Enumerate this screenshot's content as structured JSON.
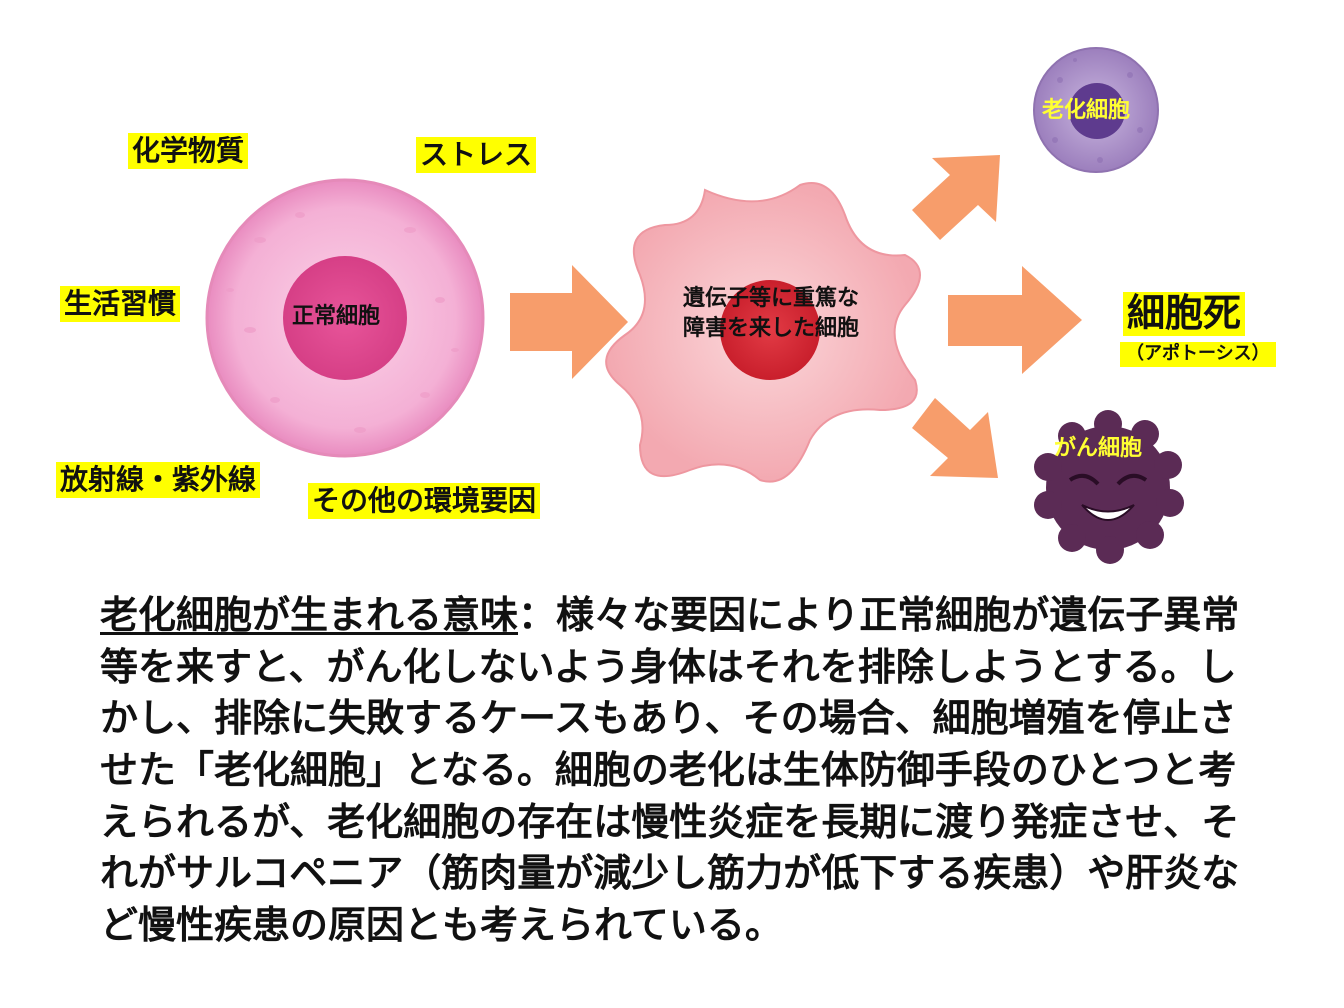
{
  "factors": {
    "chemical": "化学物質",
    "stress": "ストレス",
    "lifestyle": "生活習慣",
    "radiation": "放射線・紫外線",
    "other_env": "その他の環境要因"
  },
  "cells": {
    "normal": "正常細胞",
    "damaged_line1": "遺伝子等に重篤な",
    "damaged_line2": "障害を来した細胞",
    "senescent": "老化細胞",
    "death": "細胞死",
    "death_sub": "（アポトーシス）",
    "cancer": "がん細胞"
  },
  "description": {
    "heading": "老化細胞が生まれる意味",
    "separator": "：",
    "body": "様々な要因により正常細胞が遺伝子異常等を来すと、がん化しないよう身体はそれを排除しようとする。しかし、排除に失敗するケースもあり、その場合、細胞増殖を停止させた「老化細胞」となる。細胞の老化は生体防御手段のひとつと考えられるが、老化細胞の存在は慢性炎症を長期に渡り発症させ、それがサルコペニア（筋肉量が減少し筋力が低下する疾患）や肝炎など慢性疾患の原因とも考えられている。"
  },
  "colors": {
    "highlight": "#ffff00",
    "arrow": "#f79d6b",
    "normal_cell": "#f2a6cf",
    "damaged_cell": "#f6b7bd",
    "senescent_cell": "#a98cc6",
    "cancer_cell": "#5b2b55"
  }
}
